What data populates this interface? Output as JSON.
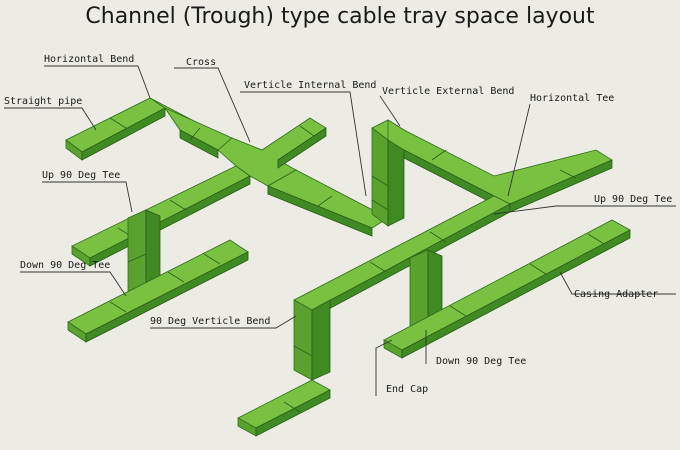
{
  "title": "Channel (Trough) type cable tray space layout",
  "labels": {
    "horizontal_bend": "Horizontal Bend",
    "cross": "Cross",
    "verticle_internal_bend": "Verticle Internal Bend",
    "verticle_external_bend": "Verticle External Bend",
    "horizontal_tee": "Horizontal Tee",
    "straight_pipe": "Straight pipe",
    "up_90_deg_tee_left": "Up 90 Deg Tee",
    "up_90_deg_tee_right": "Up 90 Deg Tee",
    "down_90_deg_tee_left": "Down 90 Deg Tee",
    "casing_adapter": "Casing Adapter",
    "verticle_bend_90": "90 Deg Verticle Bend",
    "down_90_deg_tee_bottom": "Down 90 Deg Tee",
    "end_cap": "End Cap"
  },
  "colors": {
    "tray_top": "#79c241",
    "tray_wall": "#5aa22e",
    "tray_dark": "#3f8a22",
    "background": "#ecece4"
  }
}
